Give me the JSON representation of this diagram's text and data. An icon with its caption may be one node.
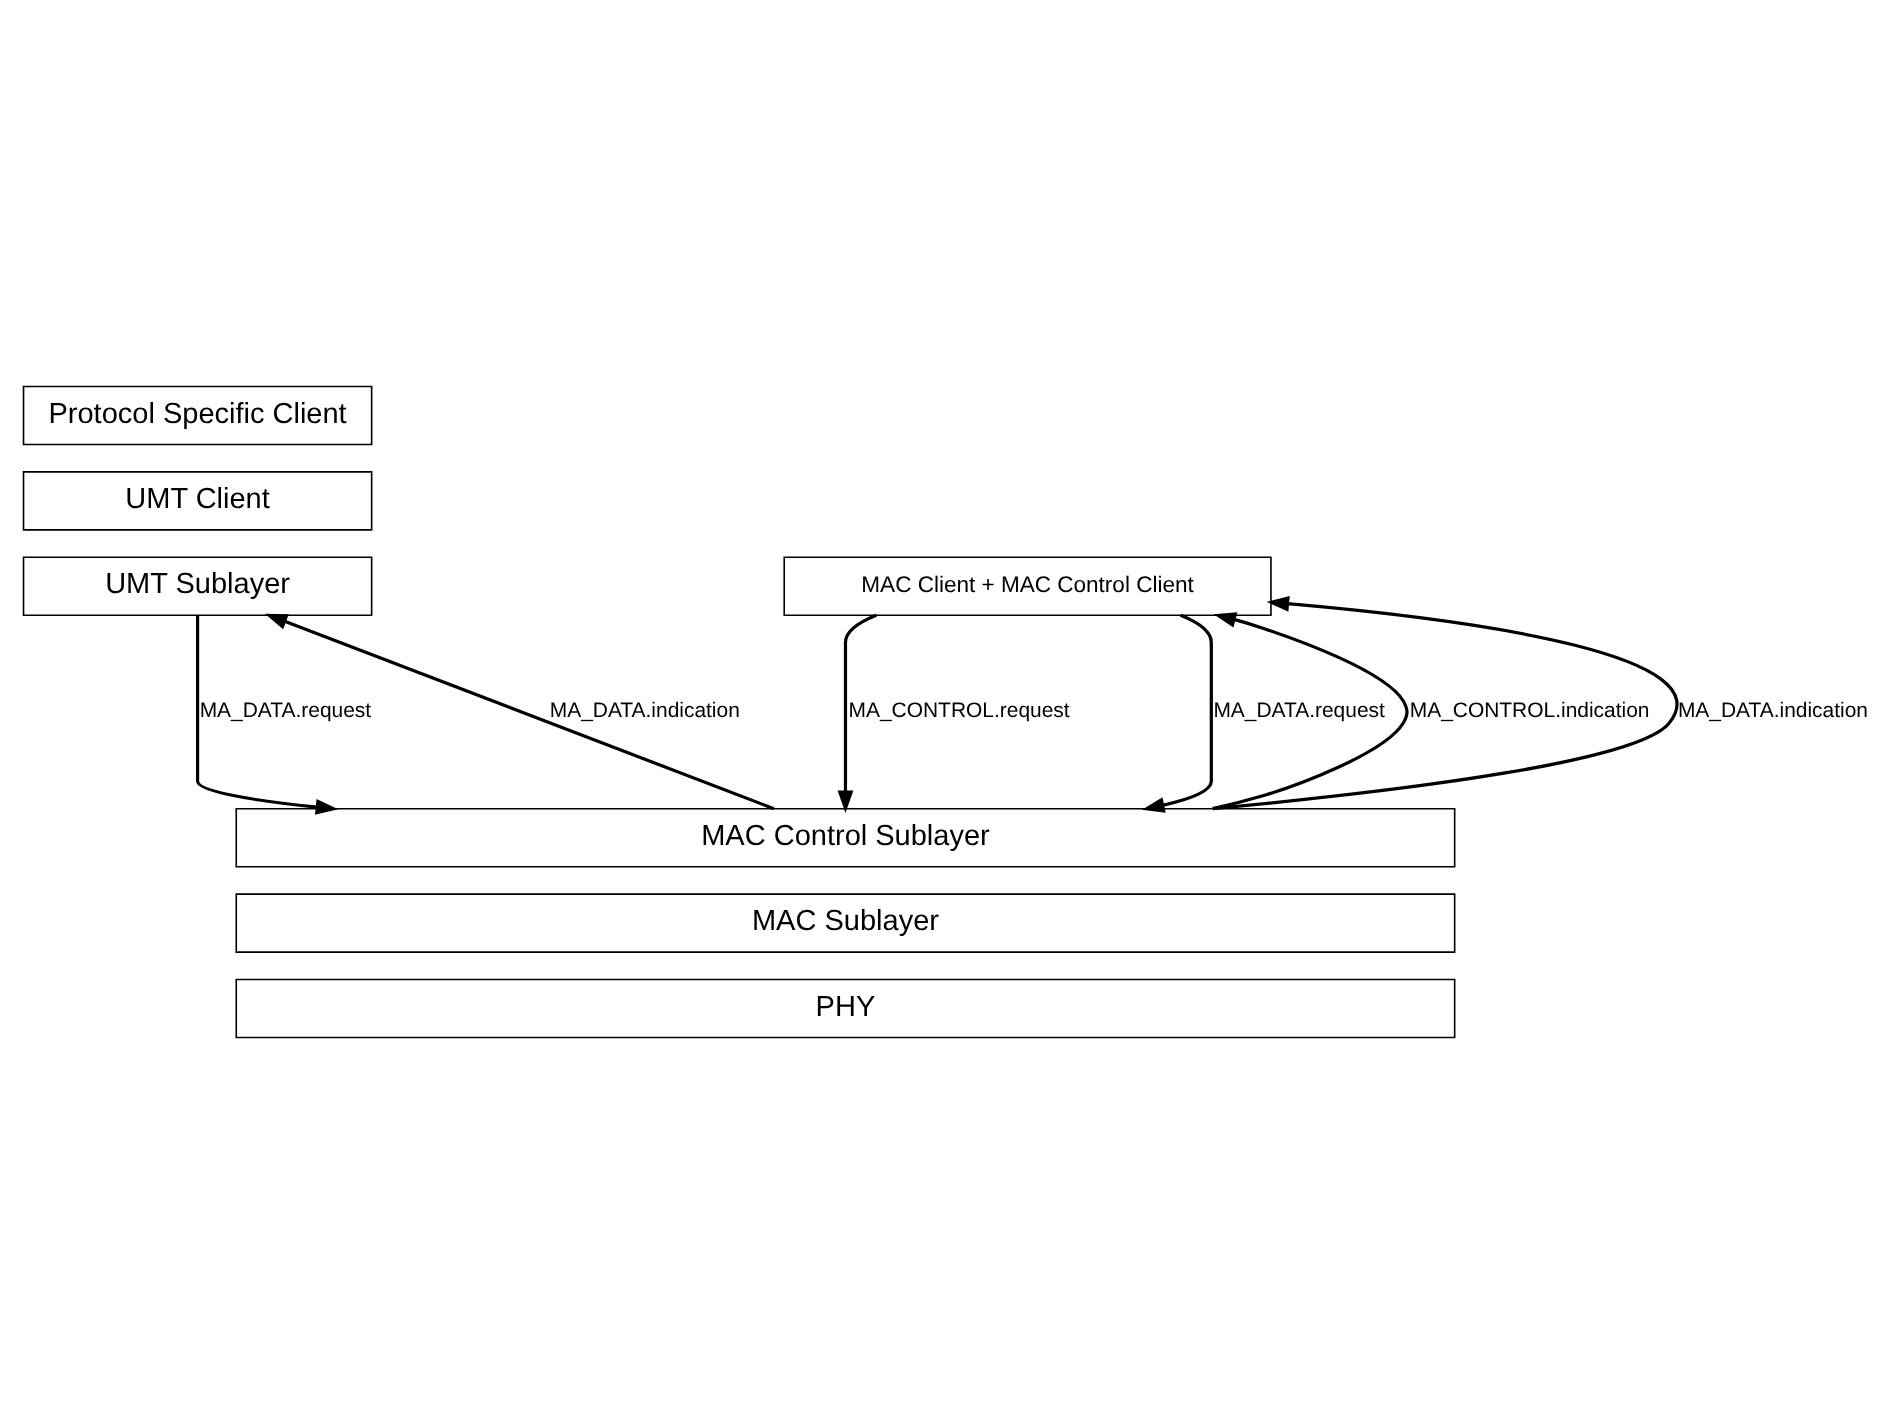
{
  "diagram": {
    "nodes": [
      {
        "text": [
          "Protocol Specific Client"
        ]
      },
      {
        "text": [
          "UMT Client"
        ]
      },
      {
        "text": [
          "UMT Sublayer"
        ]
      },
      {
        "text": [
          "MAC Client + MAC Control Client"
        ]
      },
      {
        "text": [
          "MAC Control Sublayer"
        ]
      },
      {
        "text": [
          "MAC Sublayer"
        ]
      },
      {
        "text": [
          "PHY"
        ]
      }
    ],
    "edges": [
      {
        "from": 3,
        "to": 4,
        "arrow": "to",
        "label": "MA_CONTROL.request"
      },
      {
        "from": 4,
        "to": 3,
        "arrow": "to",
        "label": "MA_CONTROL.indication"
      },
      {
        "from": 3,
        "to": 4,
        "arrow": "to",
        "label": "MA_DATA.request"
      },
      {
        "from": 4,
        "to": 3,
        "arrow": "to",
        "label": "MA_DATA.indication"
      },
      {
        "from": 2,
        "to": 4,
        "arrow": "to",
        "label": "MA_DATA.request"
      },
      {
        "from": 4,
        "to": 2,
        "arrow": "to",
        "label": "MA_DATA.indication"
      }
    ]
  }
}
